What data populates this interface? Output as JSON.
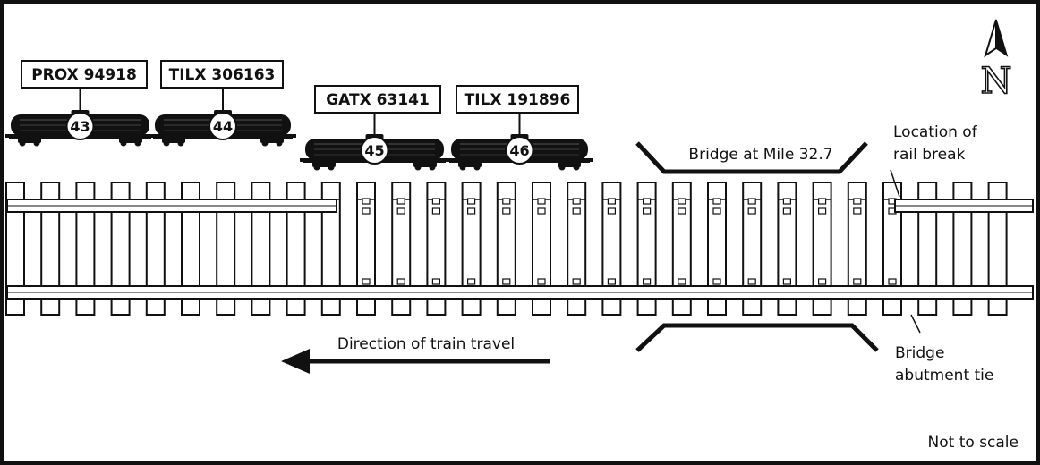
{
  "cars": [
    {
      "reporting_mark": "PROX 94918",
      "number": "43"
    },
    {
      "reporting_mark": "TILX 306163",
      "number": "44"
    },
    {
      "reporting_mark": "GATX 63141",
      "number": "45"
    },
    {
      "reporting_mark": "TILX 191896",
      "number": "46"
    }
  ],
  "bridge": {
    "label": "Bridge at Mile 32.7"
  },
  "rail_break": {
    "label_line1": "Location of",
    "label_line2": "rail break"
  },
  "abutment": {
    "label_line1": "Bridge",
    "label_line2": "abutment tie"
  },
  "direction": {
    "label": "Direction of train travel"
  },
  "north": {
    "letter": "N",
    "icon": "north-arrow-icon"
  },
  "scale_note": "Not to scale",
  "colors": {
    "ink": "#111111",
    "background": "#ffffff"
  }
}
